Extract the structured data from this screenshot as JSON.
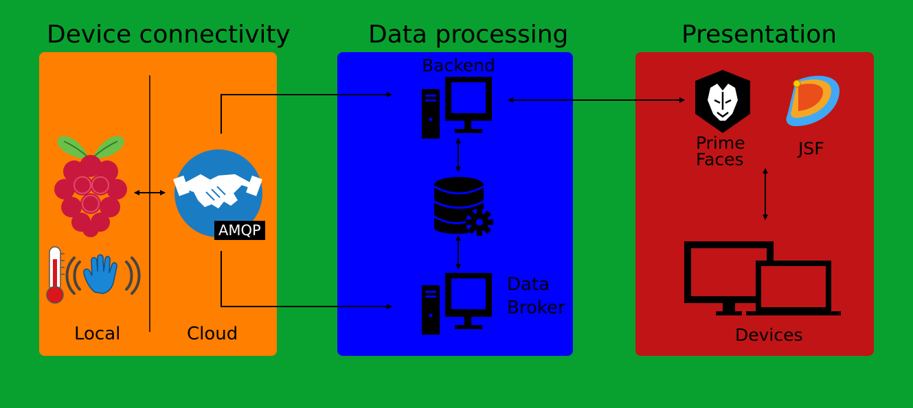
{
  "sections": {
    "device": {
      "title": "Device connectivity",
      "local": "Local",
      "cloud": "Cloud",
      "protocol": "AMQP"
    },
    "processing": {
      "title": "Data processing",
      "backend": "Backend",
      "broker_line1": "Data",
      "broker_line2": "Broker"
    },
    "presentation": {
      "title": "Presentation",
      "primefaces_line1": "Prime",
      "primefaces_line2": "Faces",
      "jsf": "JSF",
      "devices": "Devices"
    }
  },
  "colors": {
    "background": "#08a12f",
    "device_panel": "#ff7f00",
    "processing_panel": "#0000ff",
    "presentation_panel": "#c01416",
    "handshake_circle": "#1a7cc3",
    "raspberry": "#c8183e",
    "leaf": "#6cc04a"
  },
  "icons": [
    "raspberry-pi-icon",
    "thermometer-icon",
    "wave-hand-sensor-icon",
    "handshake-icon",
    "computer-icon",
    "database-gear-icon",
    "primefaces-logo-icon",
    "jsf-logo-icon",
    "devices-icon"
  ]
}
